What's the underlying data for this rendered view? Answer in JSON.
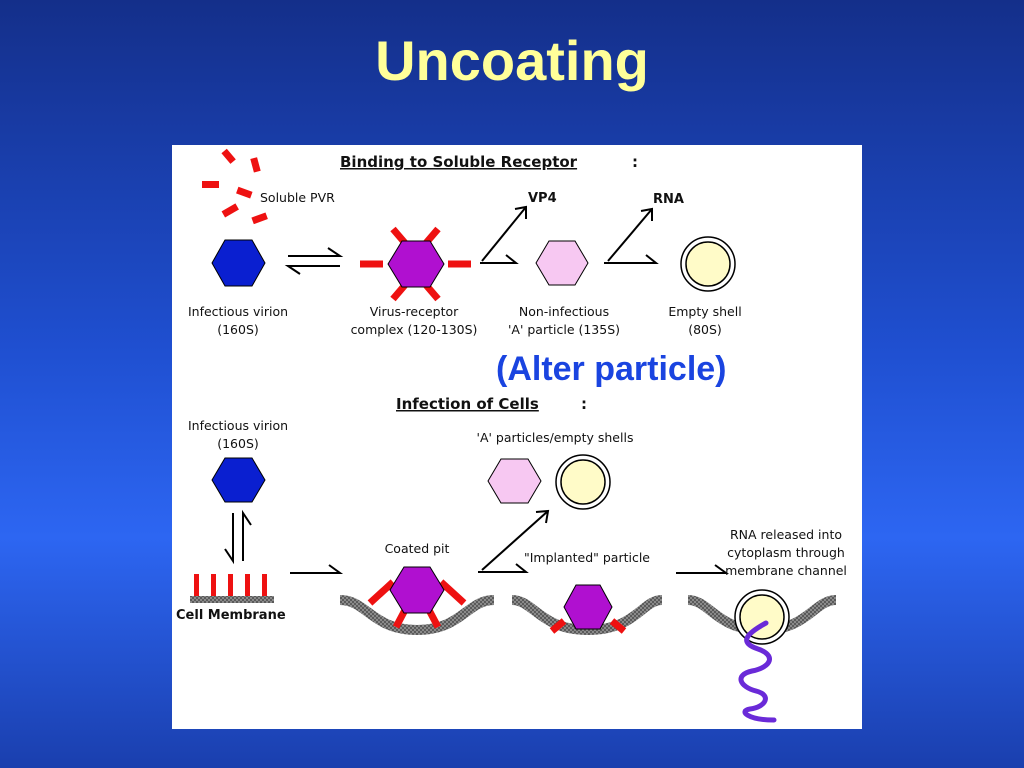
{
  "title": "Uncoating",
  "annotation": "(Alter particle)",
  "binding": {
    "heading": "Binding to Soluble Receptor",
    "heading_suffix": ":",
    "soluble_label": "Soluble PVR",
    "vp4_label": "VP4",
    "rna_label": "RNA",
    "virion_line1": "Infectious virion",
    "virion_line2": "(160S)",
    "complex_line1": "Virus-receptor",
    "complex_line2": "complex (120-130S)",
    "noninf_line1": "Non-infectious",
    "noninf_line2": "'A' particle (135S)",
    "shell_line1": "Empty shell",
    "shell_line2": "(80S)"
  },
  "infection": {
    "heading": "Infection of Cells",
    "heading_suffix": ":",
    "virion_line1": "Infectious virion",
    "virion_line2": "(160S)",
    "a_particles_label": "'A' particles/empty shells",
    "coated_pit_label": "Coated pit",
    "implanted_label": "\"Implanted\" particle",
    "rna_release_line1": "RNA released into",
    "rna_release_line2": "cytoplasm through",
    "rna_release_line3": "membrane channel",
    "membrane_label": "Cell Membrane"
  },
  "colors": {
    "title": "#ffff99",
    "virion": "#0a1fd0",
    "complex": "#b010d0",
    "receptor": "#ee1111",
    "a_particle": "#f7c8f2",
    "shell": "#fffbc8",
    "rna": "#6a2ad8",
    "membrane": "#808080",
    "annotation": "#1a44e0"
  }
}
